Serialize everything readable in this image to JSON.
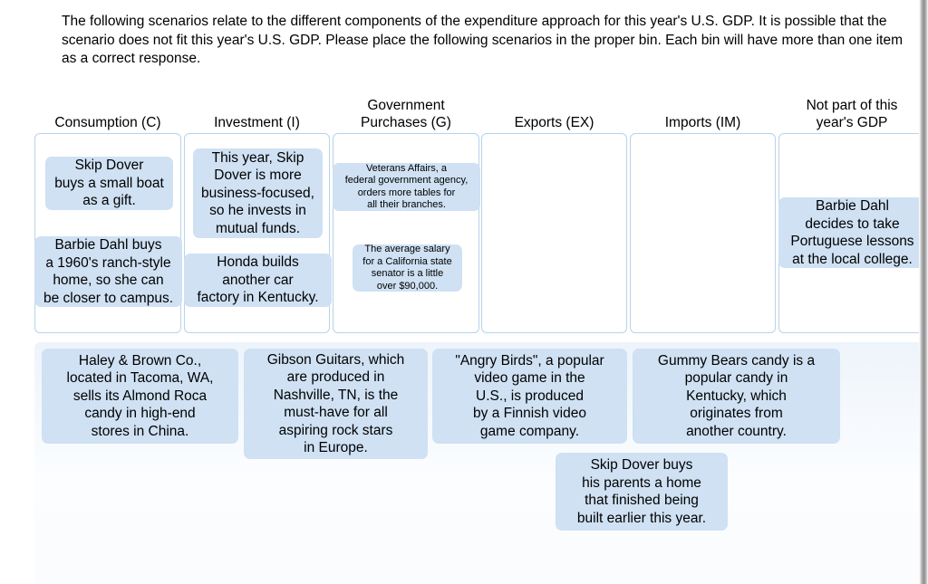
{
  "instructions": "The following scenarios relate to the different components of the expenditure approach for this year's U.S. GDP. It is possible that the scenario does not fit this year's U.S. GDP. Please place the following scenarios in the proper bin.  Each bin will have more than one item as a correct response.",
  "colors": {
    "tile_fill": "#cfe1f3",
    "bin_border": "#b8d3ea",
    "bin_fill": "#ffffff",
    "tray_fill": "#f5f9fd",
    "text": "#000000"
  },
  "bins": [
    {
      "id": "consumption",
      "header": "Consumption (C)",
      "items": [
        {
          "text": "Skip Dover\nbuys a small boat\nas a gift."
        },
        {
          "text": "Barbie Dahl buys\na 1960's ranch-style\nhome, so she can\nbe closer to campus."
        }
      ]
    },
    {
      "id": "investment",
      "header": "Investment (I)",
      "items": [
        {
          "text": "This year, Skip\nDover is more\nbusiness-focused,\nso he invests in\nmutual funds."
        },
        {
          "text": "Honda builds\nanother car\nfactory in Kentucky."
        }
      ]
    },
    {
      "id": "government-purchases",
      "header": "Government\nPurchases (G)",
      "items": [
        {
          "text": "Veterans Affairs, a\nfederal government agency,\norders more tables for\nall their branches."
        },
        {
          "text": "The average salary\nfor a California state\nsenator is a little\nover $90,000."
        }
      ]
    },
    {
      "id": "exports",
      "header": "Exports (EX)",
      "items": []
    },
    {
      "id": "imports",
      "header": "Imports (IM)",
      "items": []
    },
    {
      "id": "not-part-of-gdp",
      "header": "Not part of this\nyear's GDP",
      "items": [
        {
          "text": "Barbie Dahl\ndecides to take\nPortuguese  lessons\nat the local college."
        }
      ]
    }
  ],
  "tray": {
    "items": [
      {
        "text": "Haley & Brown Co.,\nlocated in Tacoma, WA,\nsells its Almond Roca\ncandy in high-end\nstores in China."
      },
      {
        "text": "Gibson Guitars, which\nare produced in\nNashville, TN, is the\nmust-have for all\naspiring rock stars\nin Europe."
      },
      {
        "text": "\"Angry Birds\", a popular\nvideo game in the\nU.S., is produced\nby a Finnish video\ngame company."
      },
      {
        "text": "Gummy Bears candy is a\npopular candy in\nKentucky, which\noriginates from\nanother country."
      },
      {
        "text": "Skip Dover buys\nhis parents a home\nthat finished being\nbuilt earlier this year."
      }
    ]
  }
}
